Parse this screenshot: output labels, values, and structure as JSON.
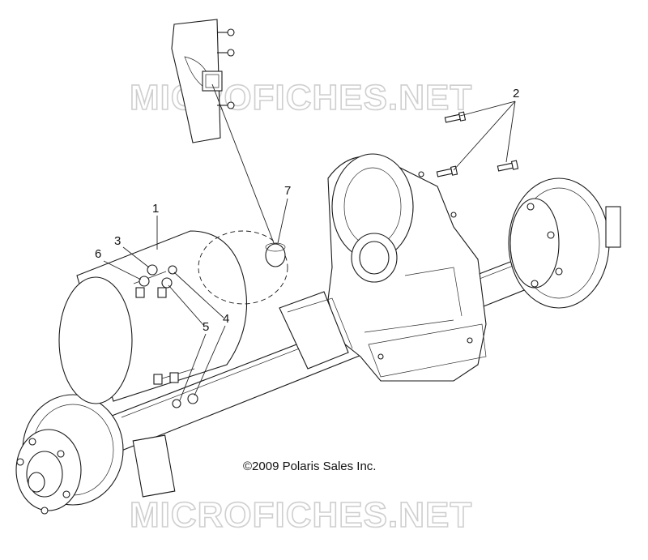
{
  "watermark": {
    "top_text": "MICROFICHES.NET",
    "bottom_text": "MICROFICHES.NET"
  },
  "copyright": "©2009 Polaris Sales Inc.",
  "callouts": [
    {
      "id": "1",
      "label": "1"
    },
    {
      "id": "2",
      "label": "2"
    },
    {
      "id": "3",
      "label": "3"
    },
    {
      "id": "4",
      "label": "4"
    },
    {
      "id": "5",
      "label": "5"
    },
    {
      "id": "6",
      "label": "6"
    },
    {
      "id": "7",
      "label": "7"
    }
  ]
}
